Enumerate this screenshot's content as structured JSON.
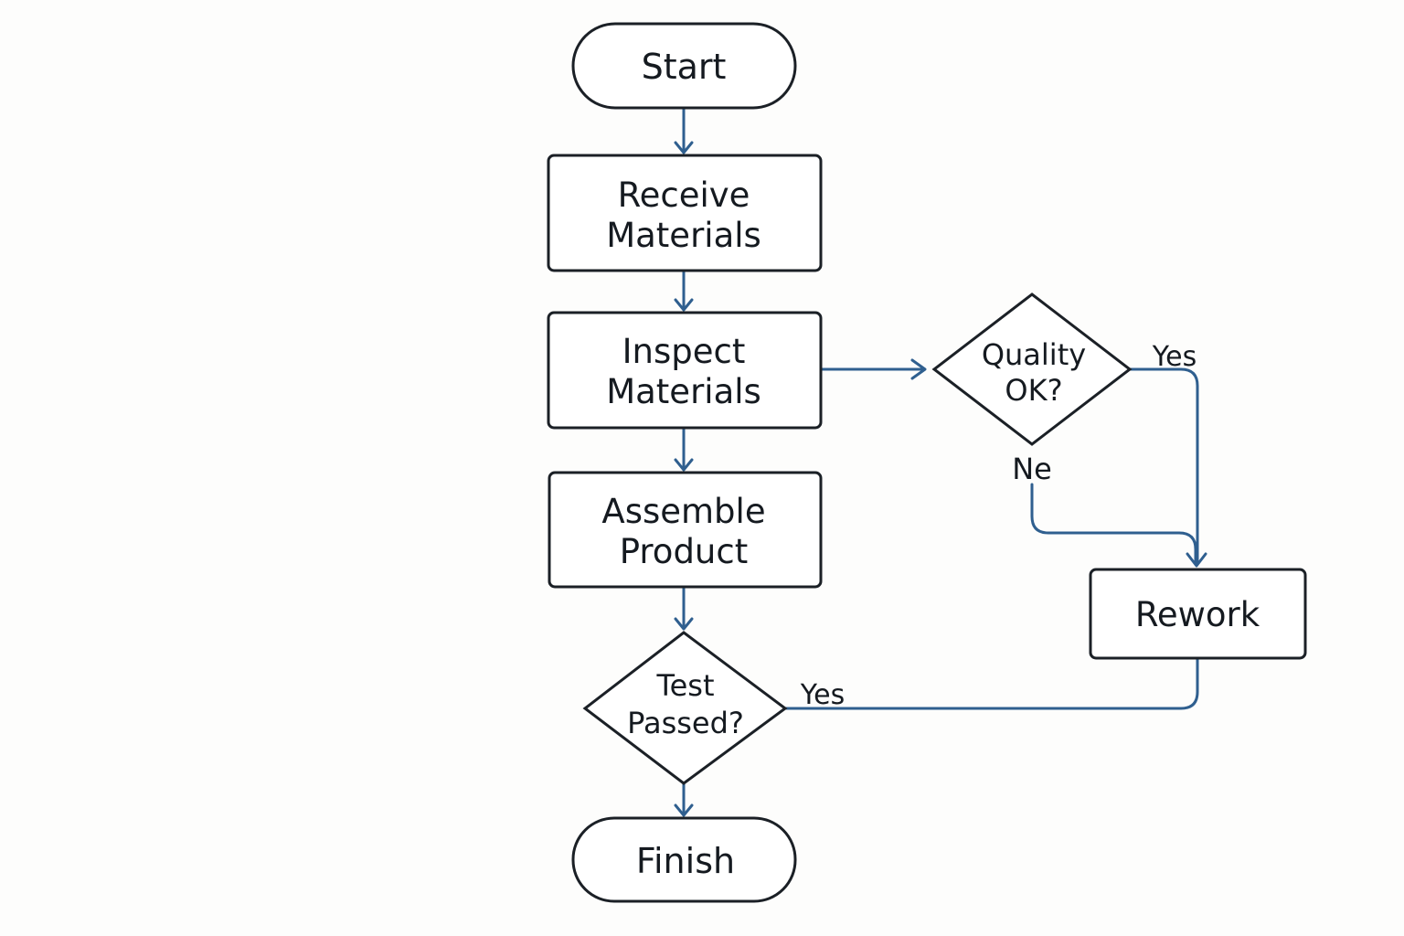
{
  "colors": {
    "node_stroke": "#1b2026",
    "node_fill": "#ffffff",
    "connector": "#2f5f8f",
    "text": "#151a20",
    "background": "#fdfdfc"
  },
  "nodes": {
    "start": {
      "label": "Start"
    },
    "receive": {
      "line1": "Receive",
      "line2": "Materials"
    },
    "inspect": {
      "line1": "Inspect",
      "line2": "Materials"
    },
    "quality": {
      "line1": "Quality",
      "line2": "OK?"
    },
    "assemble": {
      "line1": "Assemble",
      "line2": "Product"
    },
    "rework": {
      "label": "Rework"
    },
    "test": {
      "line1": "Test",
      "line2": "Passed?"
    },
    "finish": {
      "label": "Finish"
    }
  },
  "edge_labels": {
    "quality_yes": "Yes",
    "quality_no": "Ne",
    "test_yes": "Yes"
  }
}
